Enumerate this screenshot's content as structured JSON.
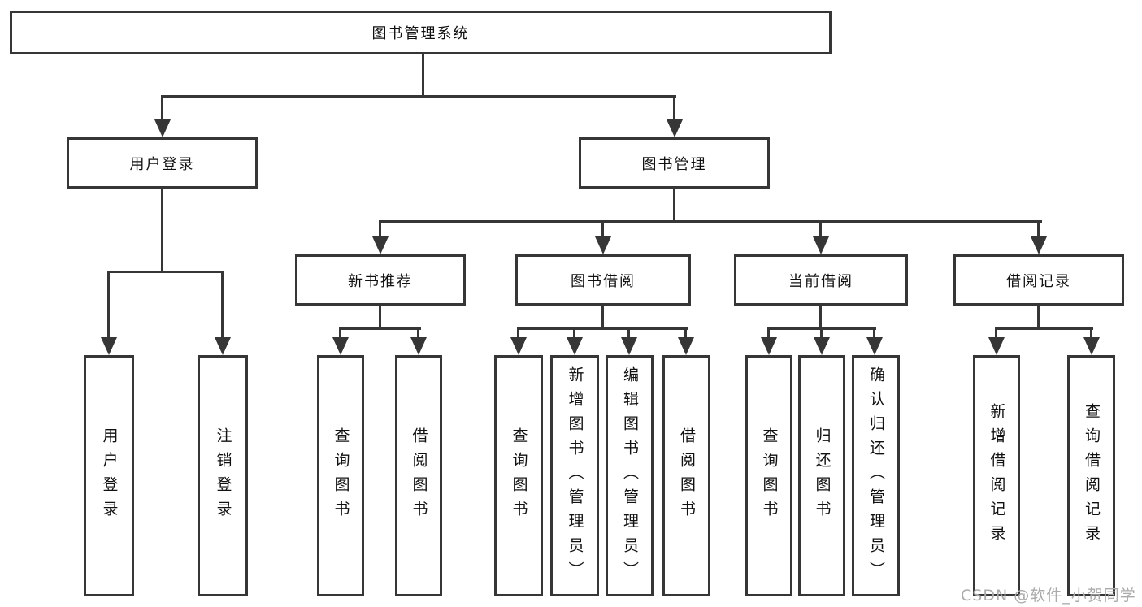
{
  "nodes": {
    "root": "图书管理系统",
    "user_login": "用户登录",
    "book_mgmt": "图书管理",
    "new_book_rec": "新书推荐",
    "book_borrow": "图书借阅",
    "current_borrow": "当前借阅",
    "borrow_record": "借阅记录",
    "leaf_user_login": "用户登录",
    "leaf_logout": "注销登录",
    "leaf_query_book_1": "查询图书",
    "leaf_borrow_book_1": "借阅图书",
    "leaf_query_book_2": "查询图书",
    "leaf_add_book": "新增图书（管理员）",
    "leaf_edit_book": "编辑图书（管理员）",
    "leaf_borrow_book_2": "借阅图书",
    "leaf_query_book_3": "查询图书",
    "leaf_return_book": "归还图书",
    "leaf_confirm_return": "确认归还（管理员）",
    "leaf_add_record": "新增借阅记录",
    "leaf_query_record": "查询借阅记录"
  },
  "structure": {
    "root": "图书管理系统",
    "children": [
      {
        "label": "用户登录",
        "children": [
          "用户登录",
          "注销登录"
        ]
      },
      {
        "label": "图书管理",
        "children": [
          {
            "label": "新书推荐",
            "children": [
              "查询图书",
              "借阅图书"
            ]
          },
          {
            "label": "图书借阅",
            "children": [
              "查询图书",
              "新增图书（管理员）",
              "编辑图书（管理员）",
              "借阅图书"
            ]
          },
          {
            "label": "当前借阅",
            "children": [
              "查询图书",
              "归还图书",
              "确认归还（管理员）"
            ]
          },
          {
            "label": "借阅记录",
            "children": [
              "新增借阅记录",
              "查询借阅记录"
            ]
          }
        ]
      }
    ]
  },
  "watermark": "CSDN @软件_小贺同学",
  "colors": {
    "line": "#363636",
    "box_border": "#363636",
    "text": "#111111",
    "background": "#ffffff",
    "watermark": "#ababab"
  }
}
